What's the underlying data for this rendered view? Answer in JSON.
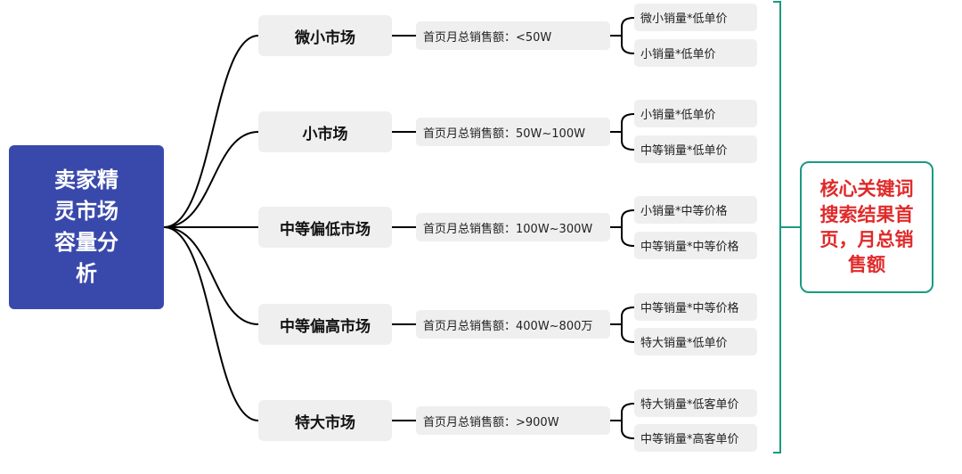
{
  "root": {
    "lines": [
      "卖家精",
      "灵市场",
      "容量分",
      "析"
    ]
  },
  "markets": [
    {
      "name": "微小市场",
      "sales": "首页月总销售额：<50W",
      "segments": [
        "微小销量*低单价",
        "小销量*低单价"
      ]
    },
    {
      "name": "小市场",
      "sales": "首页月总销售额：50W~100W",
      "segments": [
        "小销量*低单价",
        "中等销量*低单价"
      ]
    },
    {
      "name": "中等偏低市场",
      "sales": "首页月总销售额：100W~300W",
      "segments": [
        "小销量*中等价格",
        "中等销量*中等价格"
      ]
    },
    {
      "name": "中等偏高市场",
      "sales": "首页月总销售额：400W~800万",
      "segments": [
        "中等销量*中等价格",
        "特大销量*低单价"
      ]
    },
    {
      "name": "特大市场",
      "sales": "首页月总销售额：>900W",
      "segments": [
        "特大销量*低客单价",
        "中等销量*高客单价"
      ]
    }
  ],
  "callout": {
    "lines": [
      "核心关键词",
      "搜索结果首",
      "页，月总销",
      "售额"
    ]
  },
  "colors": {
    "root_bg": "#3949ab",
    "bracket": "#1a9a82",
    "callout_text": "#e02a2a",
    "node_bg": "#efefef"
  }
}
